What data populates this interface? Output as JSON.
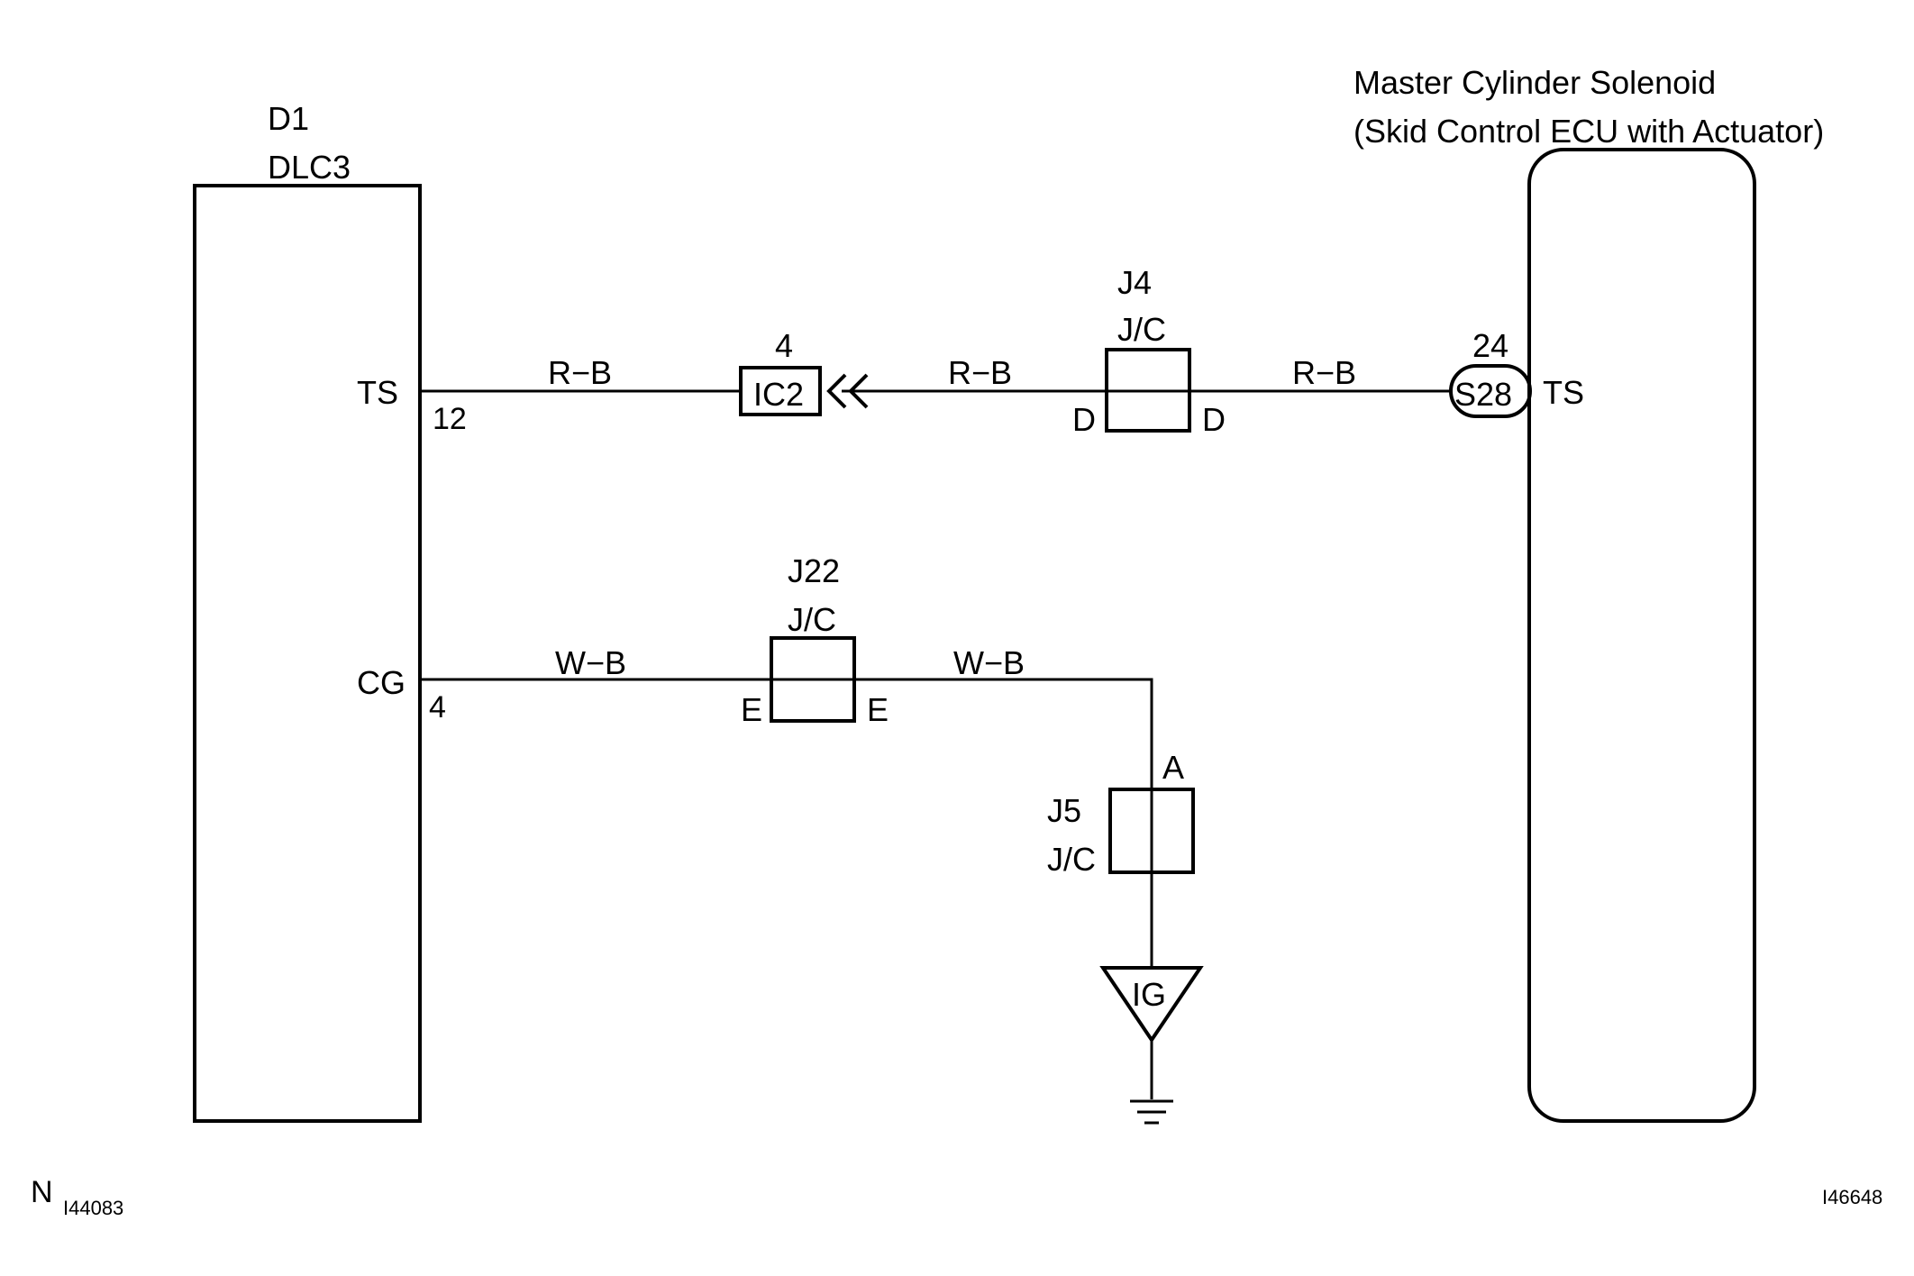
{
  "left_component": {
    "code": "D1",
    "name": "DLC3",
    "pin_ts": "TS",
    "pin_ts_num": "12",
    "pin_cg": "CG",
    "pin_cg_num": "4"
  },
  "right_component": {
    "title_line1": "Master Cylinder Solenoid",
    "title_line2": "(Skid Control ECU with Actuator)",
    "pin_ts": "TS"
  },
  "ts_circuit": {
    "wire_color_1": "R−B",
    "wire_color_2": "R−B",
    "wire_color_3": "R−B",
    "connector_ic2": {
      "label": "IC2",
      "pin": "4"
    },
    "jc_j4": {
      "code": "J4",
      "type": "J/C",
      "pin_left": "D",
      "pin_right": "D"
    },
    "connector_s28": {
      "label": "S28",
      "pin": "24"
    }
  },
  "cg_circuit": {
    "wire_color_1": "W−B",
    "wire_color_2": "W−B",
    "jc_j22": {
      "code": "J22",
      "type": "J/C",
      "pin_left": "E",
      "pin_right": "E"
    },
    "jc_j5": {
      "code": "J5",
      "type": "J/C",
      "pin": "A"
    },
    "ground": {
      "label": "IG"
    }
  },
  "footer": {
    "corner_letter": "N",
    "left_ref": "I44083",
    "right_ref": "I46648"
  }
}
